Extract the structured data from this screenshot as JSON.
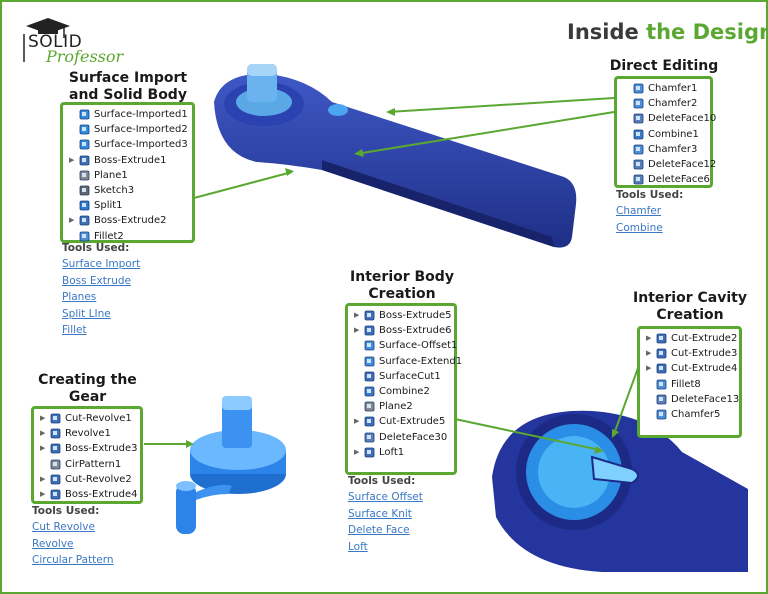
{
  "brand": {
    "line1": "SOLID",
    "line2": "Professor"
  },
  "title": {
    "part1": "Inside",
    "part2": "the Design",
    "accent_color": "#5aa832"
  },
  "surface_import": {
    "heading_line1": "Surface Import",
    "heading_line2": "and Solid Body",
    "items": [
      {
        "label": "Surface-Imported1",
        "icon": "surface-icon",
        "expand": false
      },
      {
        "label": "Surface-Imported2",
        "icon": "surface-icon",
        "expand": false
      },
      {
        "label": "Surface-Imported3",
        "icon": "surface-icon",
        "expand": false
      },
      {
        "label": "Boss-Extrude1",
        "icon": "extrude-icon",
        "expand": true
      },
      {
        "label": "Plane1",
        "icon": "plane-icon",
        "expand": false
      },
      {
        "label": "Sketch3",
        "icon": "sketch-icon",
        "expand": false
      },
      {
        "label": "Split1",
        "icon": "split-icon",
        "expand": false
      },
      {
        "label": "Boss-Extrude2",
        "icon": "extrude-icon",
        "expand": true
      },
      {
        "label": "Fillet2",
        "icon": "fillet-icon",
        "expand": false
      }
    ],
    "tools_title": "Tools Used:",
    "tools": [
      "Surface Import",
      "Boss Extrude",
      "Planes",
      "Split LIne",
      "Fillet"
    ]
  },
  "direct_editing": {
    "heading": "Direct Editing",
    "items": [
      {
        "label": "Chamfer1",
        "icon": "chamfer-icon"
      },
      {
        "label": "Chamfer2",
        "icon": "chamfer-icon"
      },
      {
        "label": "DeleteFace10",
        "icon": "delete-face-icon"
      },
      {
        "label": "Combine1",
        "icon": "combine-icon"
      },
      {
        "label": "Chamfer3",
        "icon": "chamfer-icon"
      },
      {
        "label": "DeleteFace12",
        "icon": "delete-face-icon"
      },
      {
        "label": "DeleteFace6",
        "icon": "delete-face-icon"
      }
    ],
    "tools_title": "Tools Used:",
    "tools": [
      "Chamfer",
      "Combine"
    ]
  },
  "interior_body": {
    "heading_line1": "Interior Body",
    "heading_line2": "Creation",
    "items": [
      {
        "label": "Boss-Extrude5",
        "icon": "extrude-icon",
        "expand": true
      },
      {
        "label": "Boss-Extrude6",
        "icon": "extrude-icon",
        "expand": true
      },
      {
        "label": "Surface-Offset1",
        "icon": "surface-offset-icon",
        "expand": false
      },
      {
        "label": "Surface-Extend1",
        "icon": "surface-extend-icon",
        "expand": false
      },
      {
        "label": "SurfaceCut1",
        "icon": "surface-cut-icon",
        "expand": false
      },
      {
        "label": "Combine2",
        "icon": "combine-icon",
        "expand": false
      },
      {
        "label": "Plane2",
        "icon": "plane-icon",
        "expand": false
      },
      {
        "label": "Cut-Extrude5",
        "icon": "cut-extrude-icon",
        "expand": true
      },
      {
        "label": "DeleteFace30",
        "icon": "delete-face-icon",
        "expand": false
      },
      {
        "label": "Loft1",
        "icon": "loft-icon",
        "expand": true
      }
    ],
    "tools_title": "Tools Used:",
    "tools": [
      "Surface Offset",
      "Surface Knit",
      "Delete Face",
      "Loft"
    ]
  },
  "interior_cavity": {
    "heading_line1": "Interior Cavity",
    "heading_line2": "Creation",
    "items": [
      {
        "label": "Cut-Extrude2",
        "icon": "cut-extrude-icon",
        "expand": true
      },
      {
        "label": "Cut-Extrude3",
        "icon": "cut-extrude-icon",
        "expand": true
      },
      {
        "label": "Cut-Extrude4",
        "icon": "cut-extrude-icon",
        "expand": true
      },
      {
        "label": "Fillet8",
        "icon": "fillet-icon",
        "expand": false
      },
      {
        "label": "DeleteFace13",
        "icon": "delete-face-icon",
        "expand": false
      },
      {
        "label": "Chamfer5",
        "icon": "chamfer-icon",
        "expand": false
      }
    ]
  },
  "gear": {
    "heading_line1": "Creating the",
    "heading_line2": "Gear",
    "items": [
      {
        "label": "Cut-Revolve1",
        "icon": "cut-revolve-icon",
        "expand": true
      },
      {
        "label": "Revolve1",
        "icon": "revolve-icon",
        "expand": true
      },
      {
        "label": "Boss-Extrude3",
        "icon": "extrude-icon",
        "expand": true
      },
      {
        "label": "CirPattern1",
        "icon": "pattern-icon",
        "expand": false
      },
      {
        "label": "Cut-Revolve2",
        "icon": "cut-revolve-icon",
        "expand": true
      },
      {
        "label": "Boss-Extrude4",
        "icon": "extrude-icon",
        "expand": true
      }
    ],
    "tools_title": "Tools Used:",
    "tools": [
      "Cut Revolve",
      "Revolve",
      "Circular Pattern"
    ]
  }
}
